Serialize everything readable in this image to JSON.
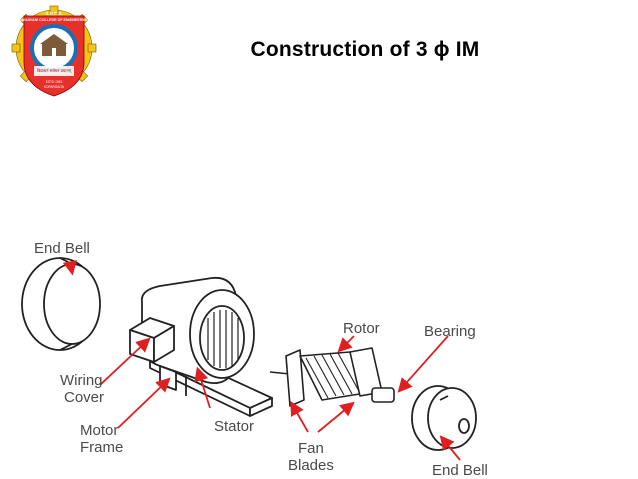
{
  "logo": {
    "top_text": "S.N.E.S.",
    "arc_text": "SANJIVANI COLLEGE OF ENGINEERING",
    "motto": "विद्याधनं सर्वधनं प्रधानम्",
    "est": "ESTD 1983",
    "place": "KOPARGAON",
    "colors": {
      "shield": "#e8302a",
      "gear": "#f0c419",
      "ring": "#1b6fb5"
    }
  },
  "slide": {
    "title": "Construction of 3 ϕ IM"
  },
  "labels": {
    "end_bell_left": "End Bell",
    "wiring_cover_1": "Wiring",
    "wiring_cover_2": "Cover",
    "motor_frame_1": "Motor",
    "motor_frame_2": "Frame",
    "stator": "Stator",
    "rotor": "Rotor",
    "bearing": "Bearing",
    "fan_blades_1": "Fan",
    "fan_blades_2": "Blades",
    "end_bell_right": "End Bell"
  },
  "colors": {
    "arrow": "#e02020",
    "line": "#222222",
    "label": "#4a4a4a"
  }
}
